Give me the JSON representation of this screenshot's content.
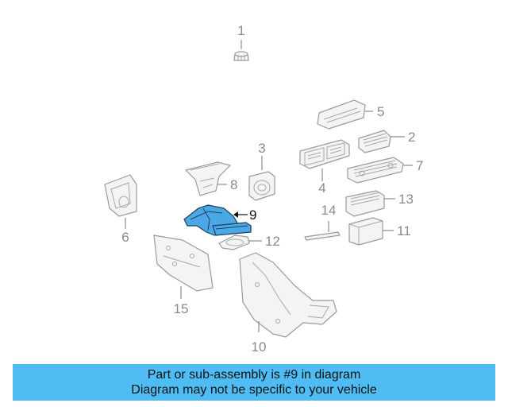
{
  "callouts": {
    "c1": "1",
    "c2": "2",
    "c3": "3",
    "c4": "4",
    "c5": "5",
    "c6": "6",
    "c7": "7",
    "c8": "8",
    "c9": "9",
    "c10": "10",
    "c11": "11",
    "c12": "12",
    "c13": "13",
    "c14": "14",
    "c15": "15"
  },
  "highlight": {
    "part_number": "9",
    "color": "#4aa8e6"
  },
  "banner": {
    "line1": "Part or sub-assembly is #9 in diagram",
    "line2": "Diagram may not be specific to your vehicle",
    "color": "#4fbcf4"
  }
}
